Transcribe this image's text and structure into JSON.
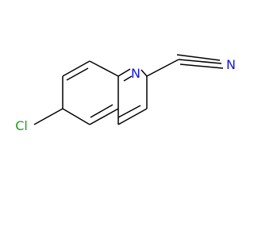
{
  "molecule": {
    "atoms": {
      "nitrogen_ring": {
        "symbol": "N",
        "color": "#1414e6"
      },
      "nitrogen_nitrile": {
        "symbol": "N",
        "color": "#1414e6"
      },
      "chlorine": {
        "symbol": "Cl",
        "color": "#1e9e1e"
      }
    },
    "bond_color": "#000000"
  }
}
